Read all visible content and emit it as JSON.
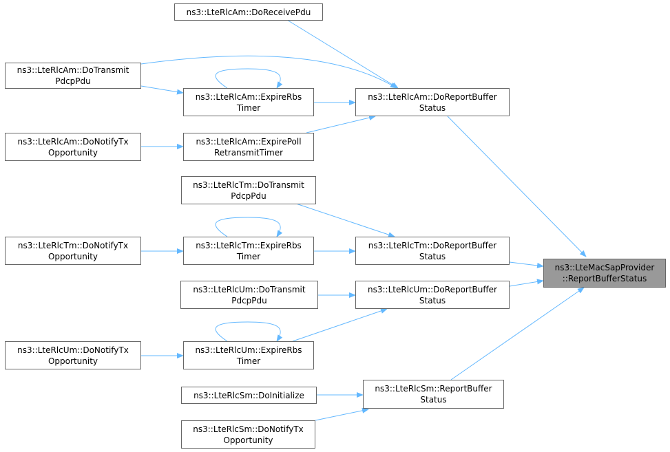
{
  "colors": {
    "edge": "#63b8ff",
    "node_border": "#666666",
    "target_fill": "#999999"
  },
  "nodes": {
    "rlcam_doreceivepdu": {
      "line1": "ns3::LteRlcAm::DoReceivePdu",
      "line2": ""
    },
    "rlcam_dotransmitpdcppdu": {
      "line1": "ns3::LteRlcAm::DoTransmit",
      "line2": "PdcpPdu"
    },
    "rlcam_expirerbstimer": {
      "line1": "ns3::LteRlcAm::ExpireRbs",
      "line2": "Timer"
    },
    "rlcam_doreportbufferstatus": {
      "line1": "ns3::LteRlcAm::DoReportBuffer",
      "line2": "Status"
    },
    "rlcam_donotifytxopportunity": {
      "line1": "ns3::LteRlcAm::DoNotifyTx",
      "line2": "Opportunity"
    },
    "rlcam_expirepollretransmittimer": {
      "line1": "ns3::LteRlcAm::ExpirePoll",
      "line2": "RetransmitTimer"
    },
    "rlctm_dotransmitpdcppdu": {
      "line1": "ns3::LteRlcTm::DoTransmit",
      "line2": "PdcpPdu"
    },
    "rlctm_donotifytxopportunity": {
      "line1": "ns3::LteRlcTm::DoNotifyTx",
      "line2": "Opportunity"
    },
    "rlctm_expirerbstimer": {
      "line1": "ns3::LteRlcTm::ExpireRbs",
      "line2": "Timer"
    },
    "rlctm_doreportbufferstatus": {
      "line1": "ns3::LteRlcTm::DoReportBuffer",
      "line2": "Status"
    },
    "macsap_reportbufferstatus": {
      "line1": "ns3::LteMacSapProvider",
      "line2": "::ReportBufferStatus"
    },
    "rlcum_dotransmitpdcppdu": {
      "line1": "ns3::LteRlcUm::DoTransmit",
      "line2": "PdcpPdu"
    },
    "rlcum_doreportbufferstatus": {
      "line1": "ns3::LteRlcUm::DoReportBuffer",
      "line2": "Status"
    },
    "rlcum_donotifytxopportunity": {
      "line1": "ns3::LteRlcUm::DoNotifyTx",
      "line2": "Opportunity"
    },
    "rlcum_expirerbstimer": {
      "line1": "ns3::LteRlcUm::ExpireRbs",
      "line2": "Timer"
    },
    "rlcsm_reportbufferstatus": {
      "line1": "ns3::LteRlcSm::ReportBuffer",
      "line2": "Status"
    },
    "rlcsm_doinitialize": {
      "line1": "ns3::LteRlcSm::DoInitialize",
      "line2": ""
    },
    "rlcsm_donotifytxopportunity": {
      "line1": "ns3::LteRlcSm::DoNotifyTx",
      "line2": "Opportunity"
    }
  }
}
